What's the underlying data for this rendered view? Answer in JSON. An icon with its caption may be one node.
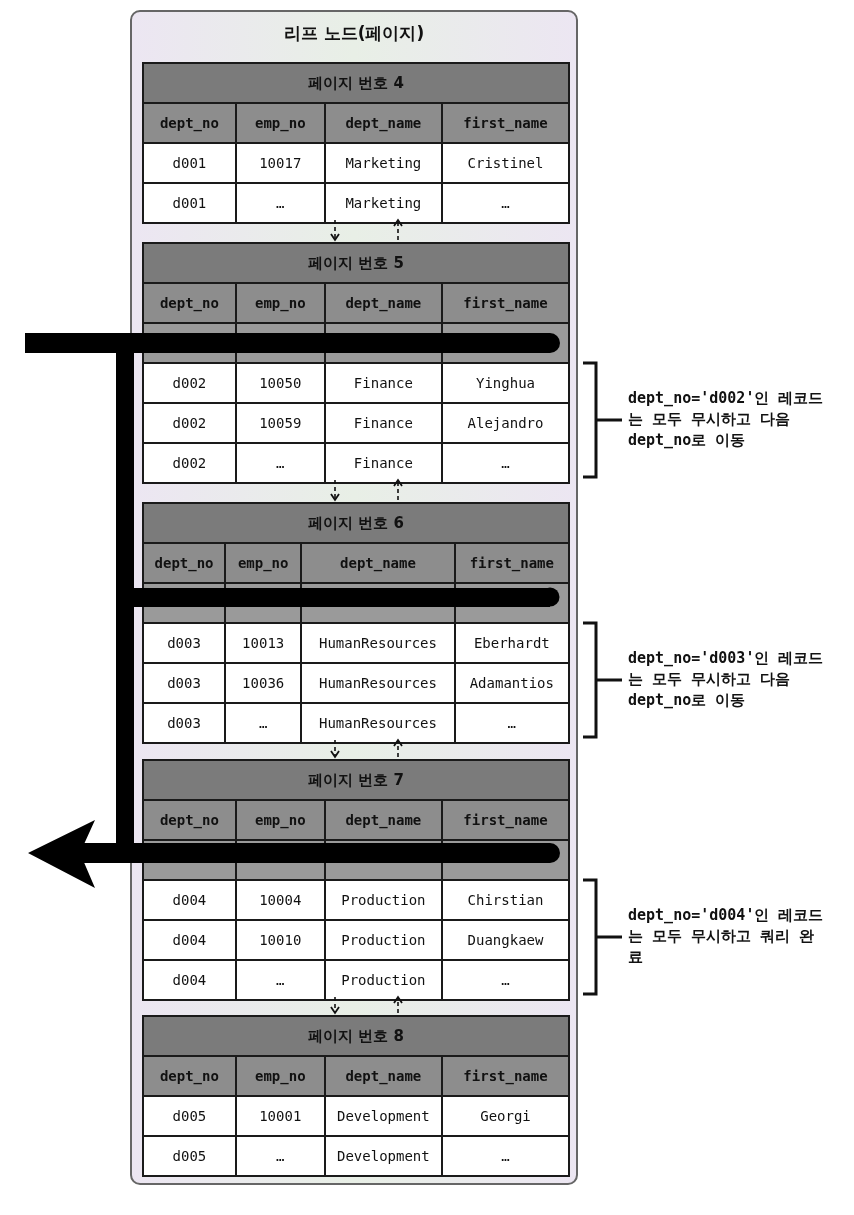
{
  "diagram": {
    "nodes": [
      {
        "text": [
          "리프 노드(페이지)"
        ]
      },
      {
        "text": [
          "페이지 번호 4"
        ],
        "in": 0
      },
      {
        "text": [
          "페이지 번호 5"
        ],
        "in": 0,
        "beside": [
          "dept_no='d002'인 레코드는 모두 무시하고 다음 dept_no로 이동"
        ]
      },
      {
        "text": [
          "페이지 번호 6"
        ],
        "in": 0,
        "beside": [
          "dept_no='d003'인 레코드는 모두 무시하고 다음 dept_no로 이동"
        ]
      },
      {
        "text": [
          "페이지 번호 7"
        ],
        "in": 0,
        "beside": [
          "dept_no='d004'인 레코드는 모두 무시하고 쿼리 완료"
        ]
      },
      {
        "text": [
          "페이지 번호 8"
        ],
        "in": 0
      }
    ],
    "edges": [
      {
        "from": 1,
        "to": 2,
        "arrow": "to",
        "style": "dashed"
      },
      {
        "from": 2,
        "to": 1,
        "arrow": "to",
        "style": "dashed"
      },
      {
        "from": 2,
        "to": 3,
        "arrow": "to",
        "style": "dashed"
      },
      {
        "from": 3,
        "to": 2,
        "arrow": "to",
        "style": "dashed"
      },
      {
        "from": 3,
        "to": 4,
        "arrow": "to",
        "style": "dashed"
      },
      {
        "from": 4,
        "to": 3,
        "arrow": "to",
        "style": "dashed"
      },
      {
        "from": 4,
        "to": 5,
        "arrow": "to",
        "style": "dashed"
      },
      {
        "from": 5,
        "to": 4,
        "arrow": "to",
        "style": "dashed"
      }
    ],
    "labels": [
      "dept_no",
      "emp_no",
      "dept_name",
      "first_name",
      "d001",
      "10017",
      "Marketing",
      "Cristinel",
      "d001",
      "…",
      "Marketing",
      "…",
      "dept_no",
      "emp_no",
      "dept_name",
      "first_name",
      "d002",
      "10050",
      "Finance",
      "Yinghua",
      "d002",
      "10059",
      "Finance",
      "Alejandro",
      "d002",
      "…",
      "Finance",
      "…",
      "dept_no",
      "emp_no",
      "dept_name",
      "first_name",
      "d003",
      "10013",
      "HumanResources",
      "Eberhardt",
      "d003",
      "10036",
      "HumanResources",
      "Adamantios",
      "d003",
      "…",
      "HumanResources",
      "…",
      "dept_no",
      "emp_no",
      "dept_name",
      "first_name",
      "d004",
      "10004",
      "Production",
      "Chirstian",
      "d004",
      "10010",
      "Production",
      "Duangkaew",
      "d004",
      "…",
      "Production",
      "…",
      "dept_no",
      "emp_no",
      "dept_name",
      "first_name",
      "d005",
      "10001",
      "Development",
      "Georgi",
      "d005",
      "…",
      "Development",
      "…"
    ]
  }
}
